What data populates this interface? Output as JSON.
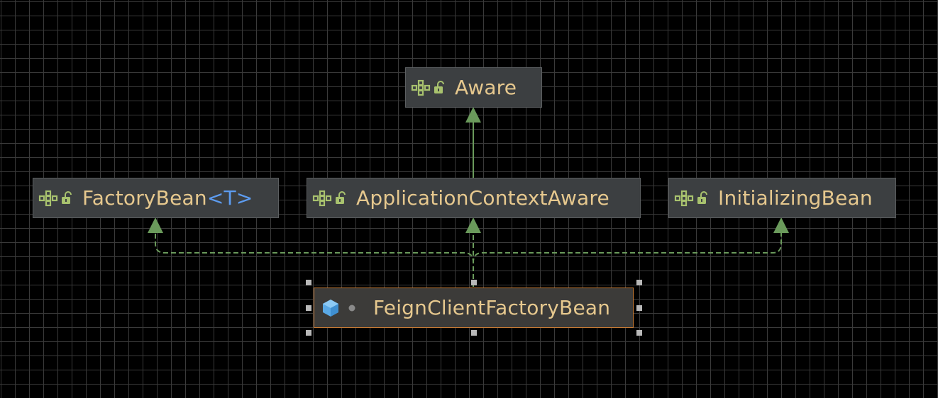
{
  "diagram": {
    "nodes": {
      "aware": {
        "name": "Aware",
        "kind": "interface",
        "visibility": "public"
      },
      "factory_bean": {
        "name": "FactoryBean",
        "type_param_open": "<",
        "type_param": "T",
        "type_param_close": ">",
        "kind": "interface",
        "visibility": "public"
      },
      "application_context_aware": {
        "name": "ApplicationContextAware",
        "kind": "interface",
        "visibility": "public"
      },
      "initializing_bean": {
        "name": "InitializingBean",
        "kind": "interface",
        "visibility": "public"
      },
      "feign_client_factory_bean": {
        "name": "FeignClientFactoryBean",
        "kind": "class",
        "visibility": "package-private",
        "selected": true
      }
    },
    "edges": [
      {
        "from": "application_context_aware",
        "to": "aware",
        "type": "extends"
      },
      {
        "from": "feign_client_factory_bean",
        "to": "factory_bean",
        "type": "implements"
      },
      {
        "from": "feign_client_factory_bean",
        "to": "application_context_aware",
        "type": "implements"
      },
      {
        "from": "feign_client_factory_bean",
        "to": "initializing_bean",
        "type": "implements"
      }
    ],
    "colors": {
      "background": "#000000",
      "grid": "#3a3a3a",
      "node_fill": "#3c3f41",
      "label": "#e6c88e",
      "generic_param": "#5d9cf0",
      "edge": "#6a9a5b",
      "selection_border": "#c57a35",
      "interface_icon": "interface-icon",
      "class_icon": "class-icon"
    }
  }
}
